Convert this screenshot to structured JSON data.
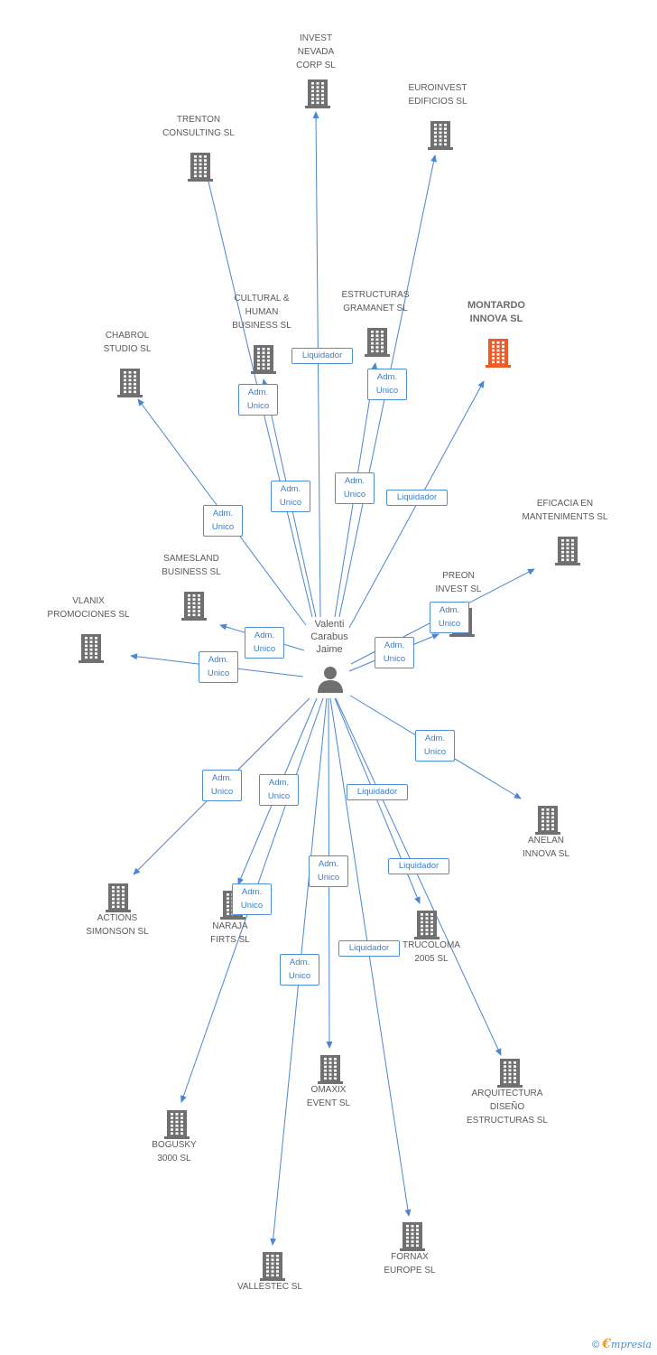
{
  "colors": {
    "edge": "#4a86d4",
    "building": "#707070",
    "highlight_building": "#ee5b2a",
    "relation_text": "#3d7cc9"
  },
  "center": {
    "name": "Valenti\nCarabus\nJaime",
    "icon": "person-icon"
  },
  "nodes": [
    {
      "id": "invest-nevada-corp",
      "name": "INVEST\nNEVADA\nCORP SL",
      "relation": "Liquidador"
    },
    {
      "id": "euroinvest-edificios",
      "name": "EUROINVEST\nEDIFICIOS SL",
      "relation": "Adm.\nUnico"
    },
    {
      "id": "trenton-consulting",
      "name": "TRENTON\nCONSULTING SL",
      "relation": "Adm.\nUnico"
    },
    {
      "id": "cultural-human-business",
      "name": "CULTURAL &\nHUMAN\nBUSINESS SL",
      "relation": "Adm.\nUnico"
    },
    {
      "id": "estructuras-gramanet",
      "name": "ESTRUCTURAS\nGRAMANET SL",
      "relation": "Adm.\nUnico"
    },
    {
      "id": "montardo-innova",
      "name": "MONTARDO\nINNOVA SL",
      "relation": "Liquidador",
      "highlight": true
    },
    {
      "id": "chabrol-studio",
      "name": "CHABROL\nSTUDIO SL",
      "relation": "Adm.\nUnico"
    },
    {
      "id": "eficacia-manteniments",
      "name": "EFICACIA EN\nMANTENIMENTS SL",
      "relation": "Adm.\nUnico"
    },
    {
      "id": "samesland-business",
      "name": "SAMESLAND\nBUSINESS SL",
      "relation": "Adm.\nUnico"
    },
    {
      "id": "preon-invest",
      "name": "PREON\nINVEST SL",
      "relation": "Adm.\nUnico"
    },
    {
      "id": "vlanix-promociones",
      "name": "VLANIX\nPROMOCIONES SL",
      "relation": "Adm.\nUnico"
    },
    {
      "id": "anelan-innova",
      "name": "ANELAN\nINNOVA SL",
      "relation": "Adm.\nUnico"
    },
    {
      "id": "actions-simonson",
      "name": "ACTIONS\nSIMONSON SL",
      "relation": "Adm.\nUnico"
    },
    {
      "id": "naraja-firts",
      "name": "NARAJA\nFIRTS SL",
      "relation": "Adm.\nUnico"
    },
    {
      "id": "bogusky-3000",
      "name": "BOGUSKY\n3000 SL",
      "relation": "Adm.\nUnico"
    },
    {
      "id": "omaxix-event",
      "name": "OMAXIX\nEVENT SL",
      "relation": "Adm.\nUnico"
    },
    {
      "id": "vallestec",
      "name": "VALLESTEC SL",
      "relation": "Adm.\nUnico"
    },
    {
      "id": "trucoloma-2005",
      "name": "TRUCOLOMA\n2005 SL",
      "relation": "Liquidador"
    },
    {
      "id": "arquitectura-diseno",
      "name": "ARQUITECTURA\nDISEÑO\nESTRUCTURAS SL",
      "relation": "Liquidador"
    },
    {
      "id": "fornax-europe",
      "name": "FORNAX\nEUROPE SL",
      "relation": "Liquidador"
    }
  ],
  "footer": {
    "copyright": "©",
    "brand_initial": "€",
    "brand_rest": "mpresia"
  }
}
